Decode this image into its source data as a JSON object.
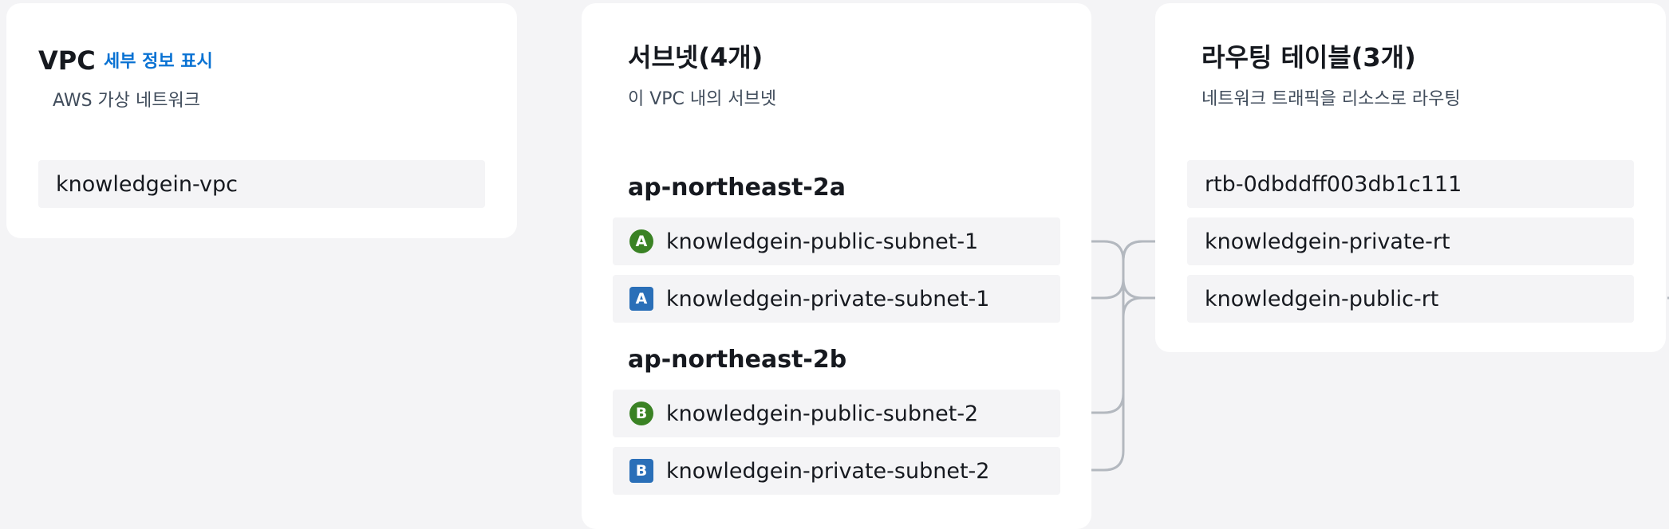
{
  "vpc": {
    "title": "VPC",
    "info_link": "세부 정보 표시",
    "subtitle": "AWS 가상 네트워크",
    "name": "knowledgein-vpc"
  },
  "subnets": {
    "title": "서브넷(4개)",
    "subtitle": "이 VPC 내의 서브넷",
    "zones": [
      {
        "name": "ap-northeast-2a",
        "items": [
          {
            "badge": "A",
            "type": "public",
            "name": "knowledgein-public-subnet-1"
          },
          {
            "badge": "A",
            "type": "private",
            "name": "knowledgein-private-subnet-1"
          }
        ]
      },
      {
        "name": "ap-northeast-2b",
        "items": [
          {
            "badge": "B",
            "type": "public",
            "name": "knowledgein-public-subnet-2"
          },
          {
            "badge": "B",
            "type": "private",
            "name": "knowledgein-private-subnet-2"
          }
        ]
      }
    ]
  },
  "route_tables": {
    "title": "라우팅 테이블(3개)",
    "subtitle": "네트워크 트래픽을 리소스로 라우팅",
    "items": [
      {
        "name": "rtb-0dbddff003db1c111"
      },
      {
        "name": "knowledgein-private-rt"
      },
      {
        "name": "knowledgein-public-rt"
      }
    ]
  },
  "colors": {
    "public_badge": "#3a8224",
    "private_badge": "#2a6fb8",
    "link": "#0972d3",
    "connector": "#b3b8bf"
  }
}
